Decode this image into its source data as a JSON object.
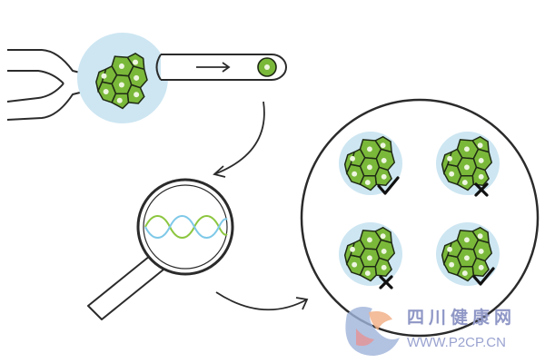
{
  "diagram": {
    "stages": [
      {
        "name": "embryo-biopsy",
        "icons": [
          "holding-pipette-icon",
          "embryo-icon",
          "biopsy-needle-icon",
          "direction-arrow-icon",
          "extracted-cell-icon"
        ]
      },
      {
        "name": "genetic-testing",
        "icons": [
          "magnifying-glass-icon",
          "dna-double-helix-icon"
        ]
      },
      {
        "name": "embryo-selection",
        "icons": [
          "embryo-icon",
          "checkmark-icon",
          "cross-icon"
        ]
      }
    ],
    "embryos": [
      {
        "position": "top-left",
        "result": "pass"
      },
      {
        "position": "top-right",
        "result": "fail"
      },
      {
        "position": "bottom-left",
        "result": "fail"
      },
      {
        "position": "bottom-right",
        "result": "pass"
      }
    ],
    "colors": {
      "cell_fill": "#7ab83a",
      "cell_stroke": "#1f2a14",
      "nucleus": "#eef6e0",
      "halo": "#cde6f2",
      "dna_strand_a": "#8cc63f",
      "dna_strand_b": "#7fc9e8",
      "outline": "#2b2b2b"
    }
  },
  "watermark": {
    "title": "四川健康网",
    "url": "WWW.P2CP.CN"
  }
}
